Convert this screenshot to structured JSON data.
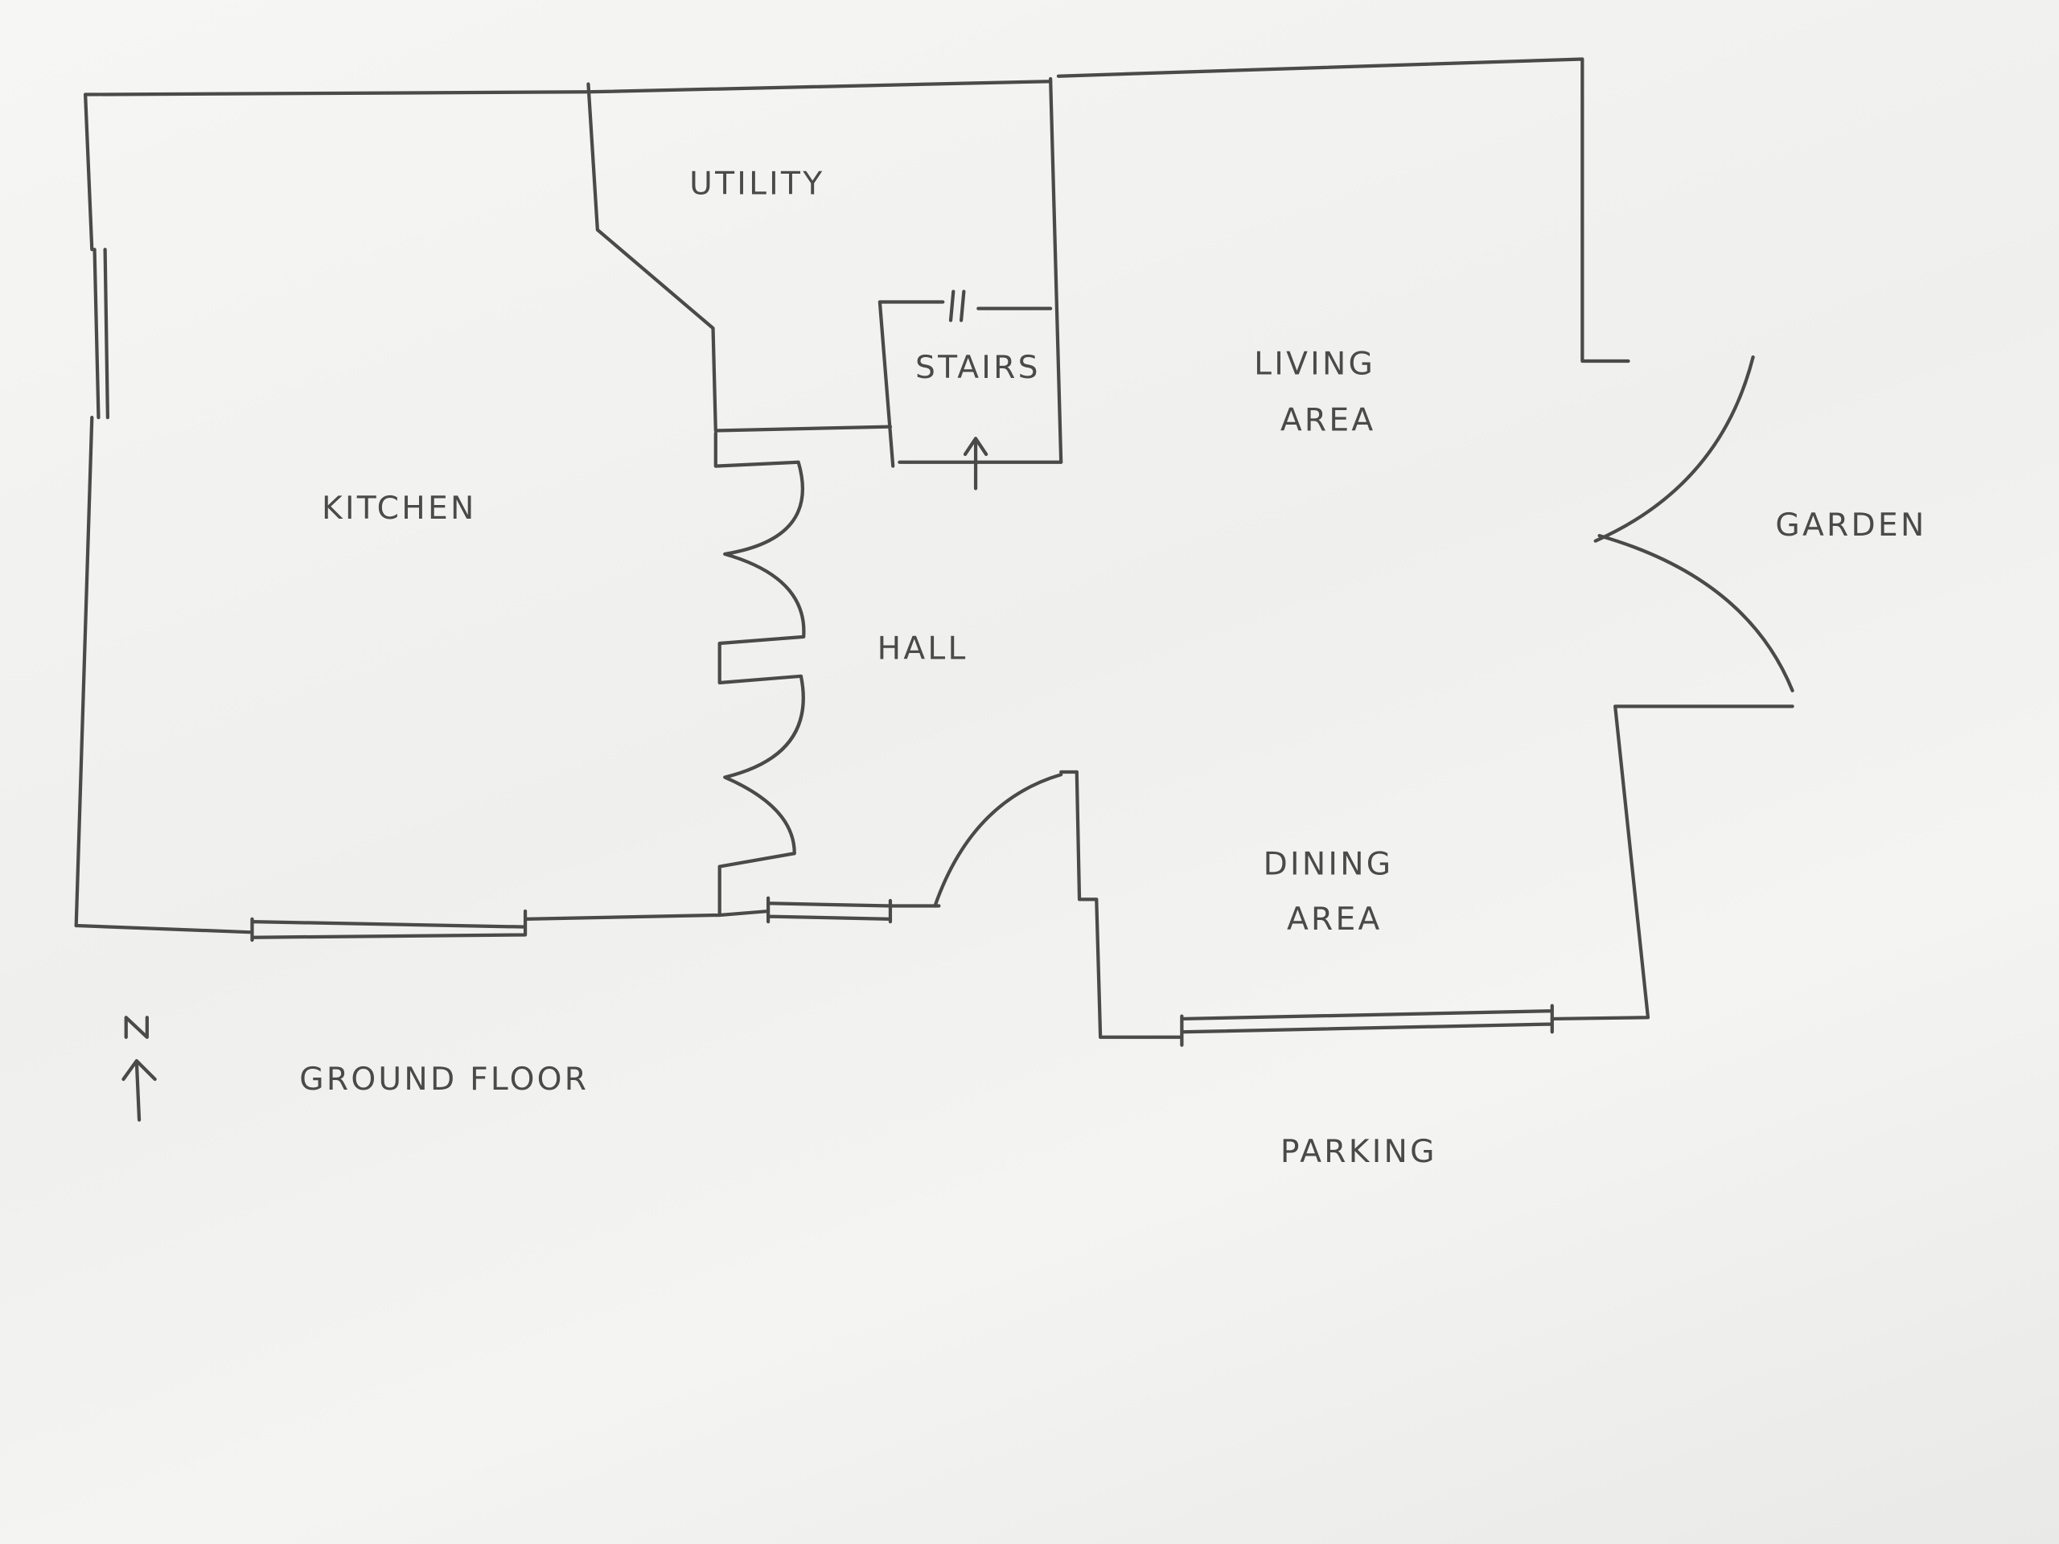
{
  "plan": {
    "title": "GROUND FLOOR",
    "north_label": "N",
    "rooms": {
      "utility": "UTILITY",
      "stairs": "STAIRS",
      "living_line1": "LIVING",
      "living_line2": "AREA",
      "kitchen": "KITCHEN",
      "hall": "HALL",
      "garden": "GARDEN",
      "dining_line1": "DINING",
      "dining_line2": "AREA",
      "parking": "PARKING"
    },
    "colors": {
      "ink": "#4a4a48",
      "paper": "#f3f3f1"
    }
  }
}
